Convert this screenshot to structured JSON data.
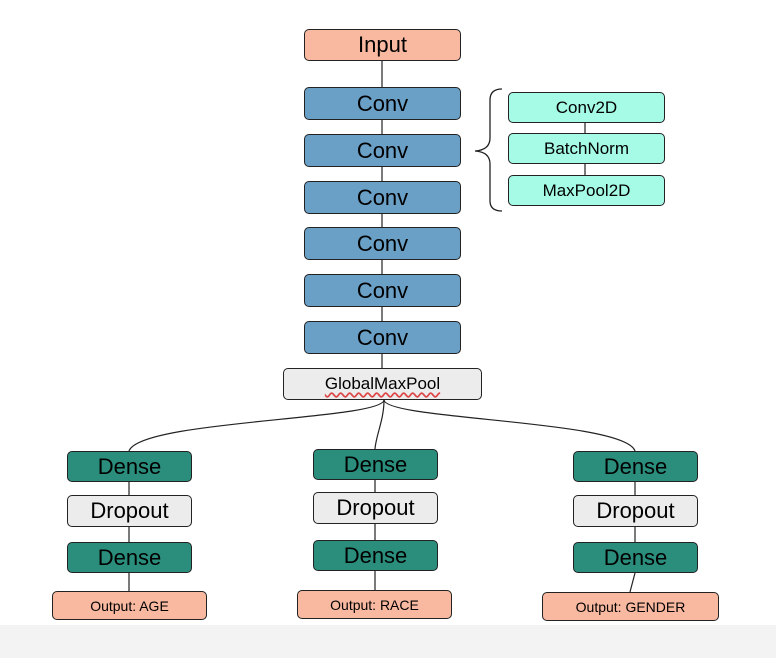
{
  "diagram": {
    "input": "Input",
    "conv_blocks": [
      "Conv",
      "Conv",
      "Conv",
      "Conv",
      "Conv",
      "Conv"
    ],
    "conv_detail": [
      "Conv2D",
      "BatchNorm",
      "MaxPool2D"
    ],
    "pool": "GlobalMaxPool",
    "heads": [
      {
        "dense1": "Dense",
        "dropout": "Dropout",
        "dense2": "Dense",
        "output": "Output: AGE"
      },
      {
        "dense1": "Dense",
        "dropout": "Dropout",
        "dense2": "Dense",
        "output": "Output: RACE"
      },
      {
        "dense1": "Dense",
        "dropout": "Dropout",
        "dense2": "Dense",
        "output": "Output: GENDER"
      }
    ],
    "colors": {
      "input_output": "#f8b9a0",
      "conv": "#6a9fc6",
      "pool_dropout": "#ececed",
      "detail": "#a6fbe6",
      "dense": "#2b8e7d"
    }
  }
}
